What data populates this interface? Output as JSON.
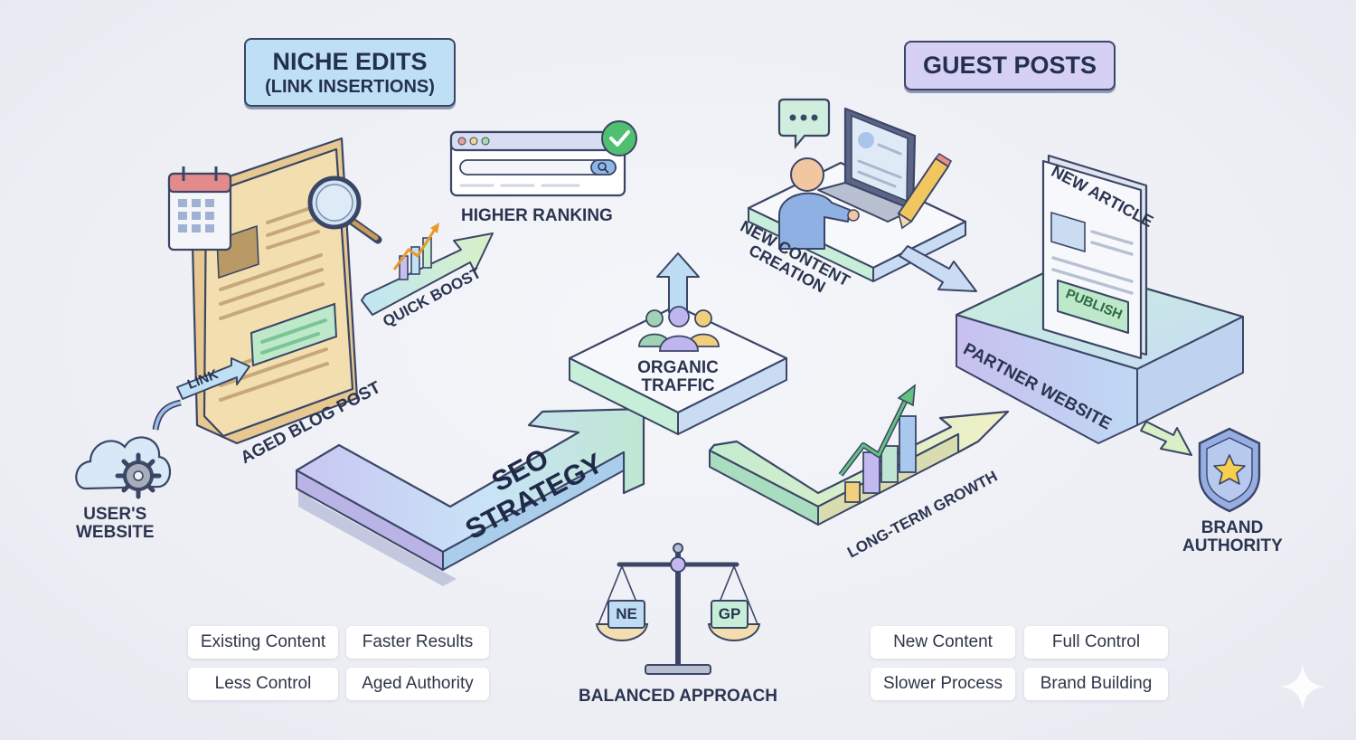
{
  "titles": {
    "niche_line1": "NICHE EDITS",
    "niche_line2": "(LINK INSERTIONS)",
    "guest": "GUEST POSTS"
  },
  "labels": {
    "higher_ranking": "HIGHER RANKING",
    "quick_boost": "QUICK BOOST",
    "link": "LINK",
    "aged_blog_post": "AGED BLOG POST",
    "users_website_1": "USER'S",
    "users_website_2": "WEBSITE",
    "seo_1": "SEO",
    "seo_2": "STRATEGY",
    "organic_1": "ORGANIC",
    "organic_2": "TRAFFIC",
    "new_content_1": "NEW CONTENT",
    "new_content_2": "CREATION",
    "new_article": "NEW ARTICLE",
    "publish": "PUBLISH",
    "partner_website": "PARTNER WEBSITE",
    "long_term_growth": "LONG-TERM GROWTH",
    "brand_1": "BRAND",
    "brand_2": "AUTHORITY",
    "balanced": "BALANCED APPROACH",
    "scale_ne": "NE",
    "scale_gp": "GP"
  },
  "niche_tags": [
    "Existing Content",
    "Faster Results",
    "Less Control",
    "Aged Authority"
  ],
  "guest_tags": [
    "New Content",
    "Full Control",
    "Slower Process",
    "Brand Building"
  ],
  "icons": [
    "calendar-icon",
    "magnifier-icon",
    "browser-icon",
    "check-icon",
    "bar-chart-icon",
    "cloud-icon",
    "gear-icon",
    "people-icon",
    "chat-icon",
    "laptop-icon",
    "pencil-icon",
    "shield-icon",
    "star-icon",
    "scale-icon",
    "sparkle-icon"
  ],
  "colors": {
    "ink": "#2b3550",
    "niche_title": "#bfe0f4",
    "guest_title": "#d6d0f4",
    "paper": "#f3deb0",
    "green": "#bde8c9"
  }
}
